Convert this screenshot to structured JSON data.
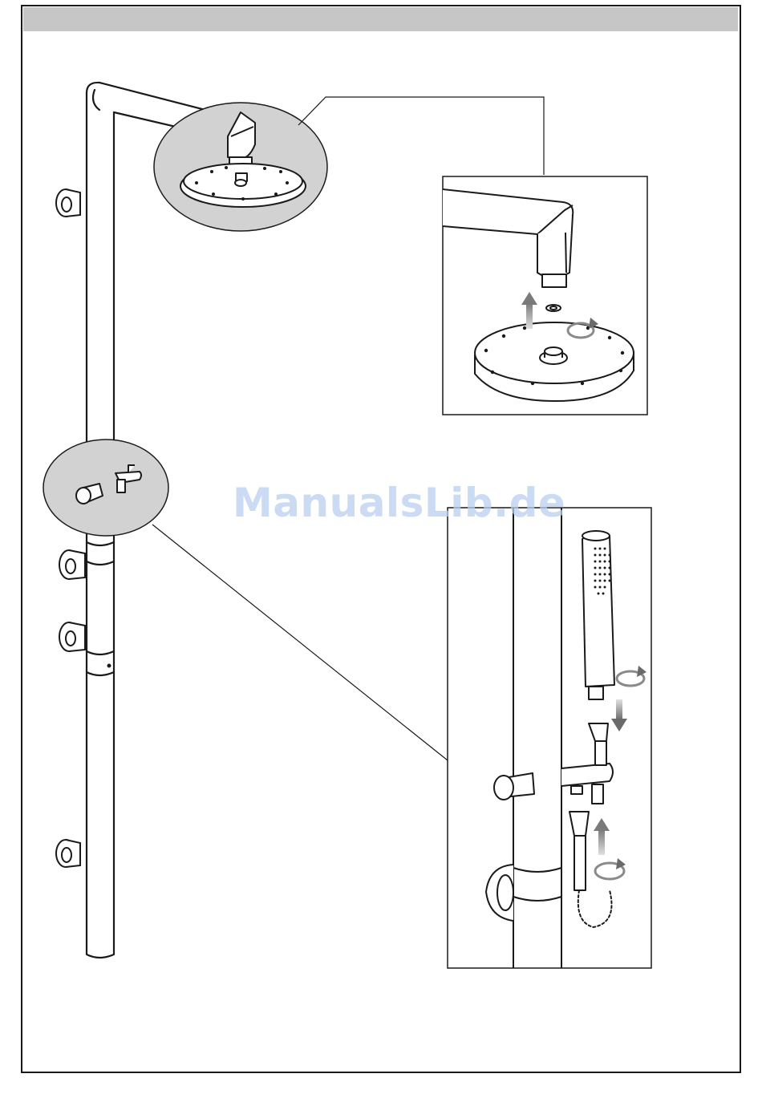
{
  "page": {
    "header_bar_color": "#c6c6c6",
    "line_color": "#1a1a1a",
    "callout_fill": "#d2d2d2"
  },
  "watermark": {
    "text": "ManualsLib.de",
    "color": "#b9cff0"
  },
  "illustrations": {
    "overview": "shower-column-overview",
    "detail_top": "shower-head-assembly-detail",
    "detail_bottom": "hand-shower-holder-detail"
  },
  "icons": [
    "arrow-up-icon",
    "arrow-down-icon",
    "rotate-icon"
  ]
}
